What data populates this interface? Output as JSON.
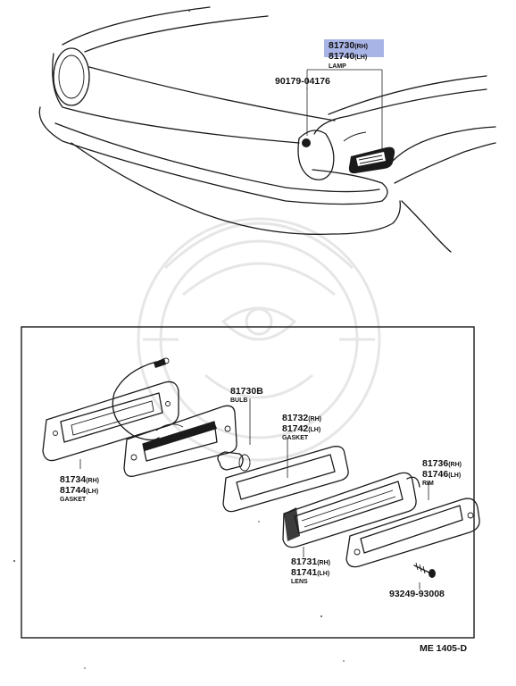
{
  "diagram_code": "ME 1405-D",
  "colors": {
    "highlight": "#a9b4e6",
    "ink": "#1a1a1a",
    "watermark": "#e6e6e6"
  },
  "top_callouts": {
    "lamp_rh": {
      "number": "81730",
      "suffix": "(RH)"
    },
    "lamp_lh": {
      "number": "81740",
      "suffix": "(LH)"
    },
    "lamp_name": "LAMP",
    "screw": {
      "number": "90179-04176"
    }
  },
  "detail_callouts": {
    "bulb": {
      "number": "81730B",
      "name": "BULB"
    },
    "gasket_inner": {
      "number_rh": "81732",
      "suffix_rh": "(RH)",
      "number_lh": "81742",
      "suffix_lh": "(LH)",
      "name": "GASKET"
    },
    "gasket_outer": {
      "number_rh": "81734",
      "suffix_rh": "(RH)",
      "number_lh": "81744",
      "suffix_lh": "(LH)",
      "name": "GASKET"
    },
    "rim": {
      "number_rh": "81736",
      "suffix_rh": "(RH)",
      "number_lh": "81746",
      "suffix_lh": "(LH)",
      "name": "RIM"
    },
    "lens": {
      "number_rh": "81731",
      "suffix_rh": "(RH)",
      "number_lh": "81741",
      "suffix_lh": "(LH)",
      "name": "LENS"
    },
    "screw_small": {
      "number": "93249-93008"
    }
  }
}
